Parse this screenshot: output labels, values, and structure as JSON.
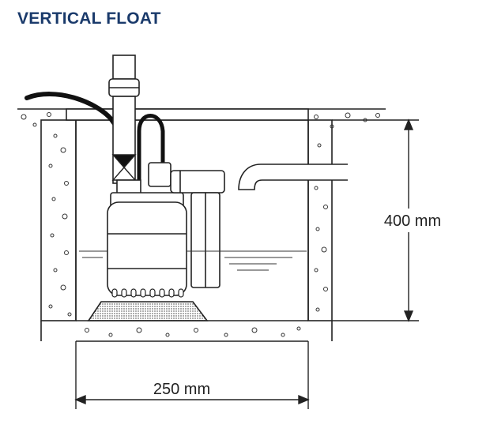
{
  "title": "VERTICAL FLOAT",
  "dimensions": {
    "height_label": "400 mm",
    "width_label": "250 mm"
  },
  "colors": {
    "title": "#1a3a6b",
    "line": "#222222"
  }
}
